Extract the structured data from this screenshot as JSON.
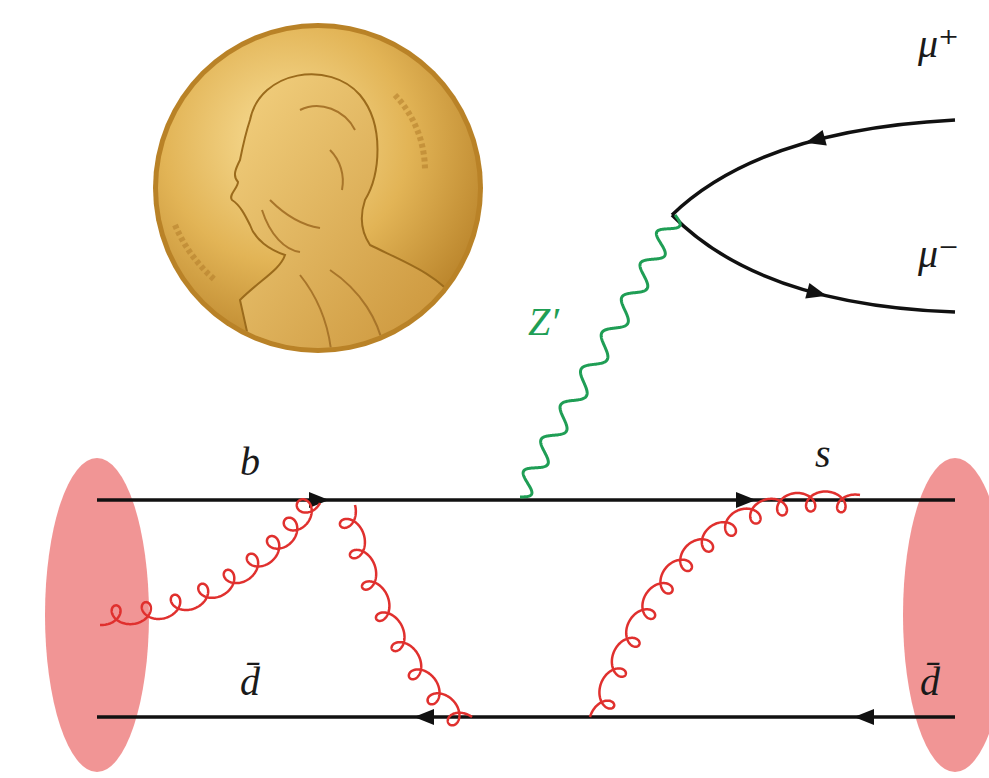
{
  "diagram": {
    "labels": [
      "μ⁺",
      "μ⁻",
      "Z′",
      "b",
      "s",
      "d̄",
      "d̄"
    ]
  }
}
